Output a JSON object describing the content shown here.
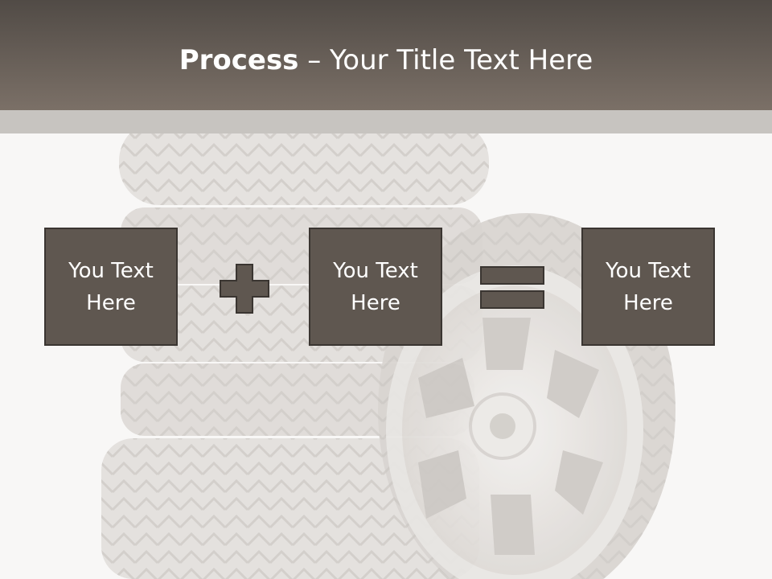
{
  "slide": {
    "title_bold": "Process",
    "title_rest": " – Your Title Text Here"
  },
  "boxes": [
    {
      "text": "You Text Here"
    },
    {
      "text": "You Text Here"
    },
    {
      "text": "You Text Here"
    }
  ],
  "operators": [
    "plus-icon",
    "equals-icon"
  ],
  "colors": {
    "header_dark": "#514b46",
    "header_light": "#7b7067",
    "box_fill": "#5f5750",
    "box_border": "#3a3531",
    "background": "#f8f7f6"
  }
}
